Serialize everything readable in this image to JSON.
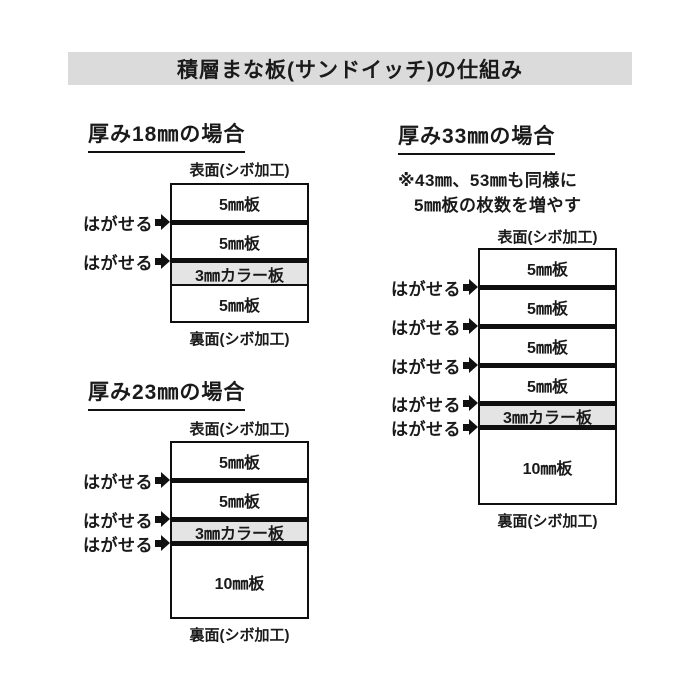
{
  "title": "積層まな板(サンドイッチ)の仕組み",
  "labels": {
    "front_face": "表面(シボ加工)",
    "back_face": "裏面(シボ加工)",
    "peelable": "はがせる",
    "peel_arrow_icon": "black-right-arrow"
  },
  "colors": {
    "title_bar_bg": "#dbdbdb",
    "color_layer_bg": "#e4e4e4",
    "line_black": "#0f0f0f"
  },
  "diagrams": {
    "d18": {
      "heading": "厚み18㎜の場合",
      "layers": [
        "5㎜板",
        "5㎜板",
        "3㎜カラー板",
        "5㎜板"
      ],
      "peel_count": 2
    },
    "d23": {
      "heading": "厚み23㎜の場合",
      "layers": [
        "5㎜板",
        "5㎜板",
        "3㎜カラー板",
        "10㎜板"
      ],
      "peel_count": 3
    },
    "d33": {
      "heading": "厚み33㎜の場合",
      "note_line1": "※43㎜、53㎜も同様に",
      "note_line2": "5㎜板の枚数を増やす",
      "layers": [
        "5㎜板",
        "5㎜板",
        "5㎜板",
        "5㎜板",
        "3㎜カラー板",
        "10㎜板"
      ],
      "peel_count": 5
    }
  }
}
